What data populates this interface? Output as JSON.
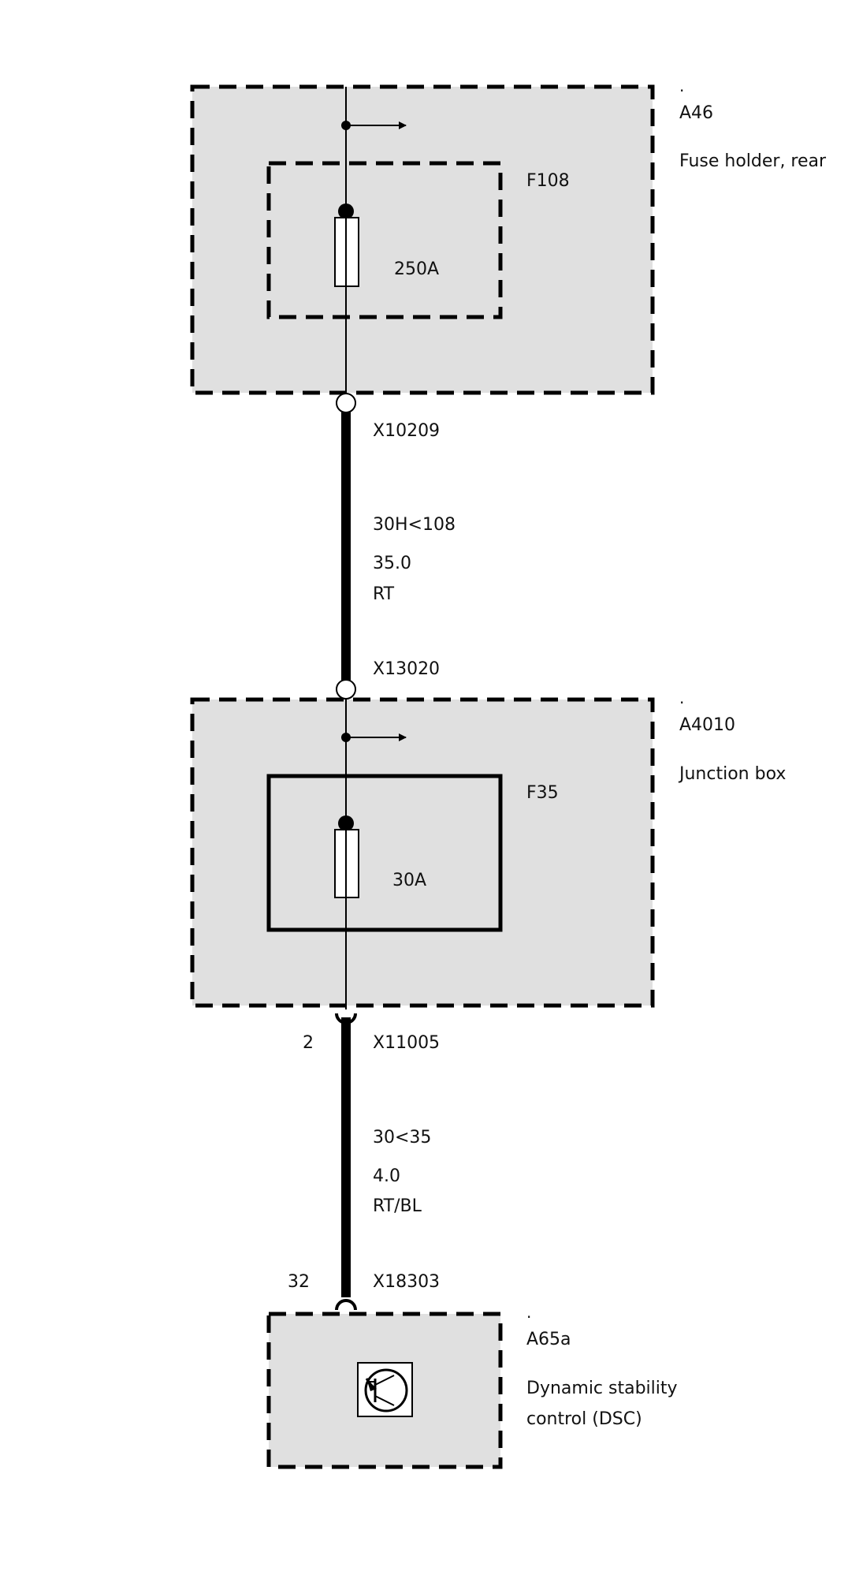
{
  "components": {
    "a46": {
      "dot": ".",
      "id": "A46",
      "name": "Fuse holder, rear"
    },
    "f108": {
      "id": "F108",
      "rating": "250A"
    },
    "a4010": {
      "dot": ".",
      "id": "A4010",
      "name": "Junction box"
    },
    "f35": {
      "id": "F35",
      "rating": "30A"
    },
    "a65a": {
      "dot": ".",
      "id": "A65a",
      "name_line1": "Dynamic stability",
      "name_line2": "control (DSC)"
    }
  },
  "connectors": {
    "x10209": "X10209",
    "x13020": "X13020",
    "x11005": {
      "id": "X11005",
      "pin": "2"
    },
    "x18303": {
      "id": "X18303",
      "pin": "32"
    }
  },
  "wires": {
    "w1": {
      "circuit": "30H<108",
      "gauge": "35.0",
      "color": "RT"
    },
    "w2": {
      "circuit": "30<35",
      "gauge": "4.0",
      "color": "RT/BL"
    }
  }
}
